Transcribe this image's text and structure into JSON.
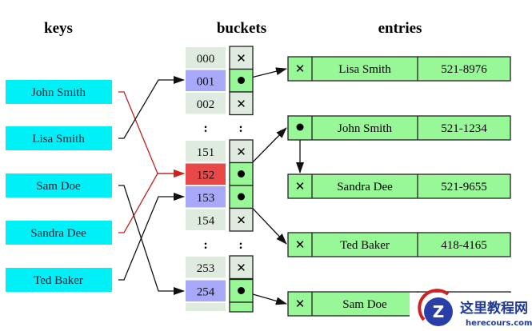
{
  "headings": {
    "keys": "keys",
    "buckets": "buckets",
    "entries": "entries"
  },
  "keys": [
    "John Smith",
    "Lisa Smith",
    "Sam Doe",
    "Sandra Dee",
    "Ted Baker"
  ],
  "buckets": [
    {
      "index": "000",
      "state": "empty"
    },
    {
      "index": "001",
      "state": "used"
    },
    {
      "index": "002",
      "state": "empty"
    },
    {
      "index": ":",
      "state": "ellipsis"
    },
    {
      "index": "151",
      "state": "empty"
    },
    {
      "index": "152",
      "state": "collision"
    },
    {
      "index": "153",
      "state": "used"
    },
    {
      "index": "154",
      "state": "empty"
    },
    {
      "index": ":",
      "state": "ellipsis"
    },
    {
      "index": "253",
      "state": "empty"
    },
    {
      "index": "254",
      "state": "used"
    }
  ],
  "entries": [
    {
      "name": "Lisa Smith",
      "phone": "521-8976",
      "next": "null"
    },
    {
      "name": "John Smith",
      "phone": "521-1234",
      "next": "pointer"
    },
    {
      "name": "Sandra Dee",
      "phone": "521-9655",
      "next": "null"
    },
    {
      "name": "Ted Baker",
      "phone": "418-4165",
      "next": "null"
    },
    {
      "name": "Sam Doe",
      "phone": "",
      "next": "null"
    }
  ],
  "symbols": {
    "null": "✕",
    "ellipsis": ":"
  },
  "colors": {
    "key": "#00f0f8",
    "bucket_empty": "#e0ebe0",
    "bucket_used": "#a8a8f8",
    "bucket_collision": "#e84848",
    "entry": "#98f898",
    "collision_arrow": "#c02020"
  },
  "watermark": {
    "title": "这里教程网",
    "site": "herecours.com"
  }
}
